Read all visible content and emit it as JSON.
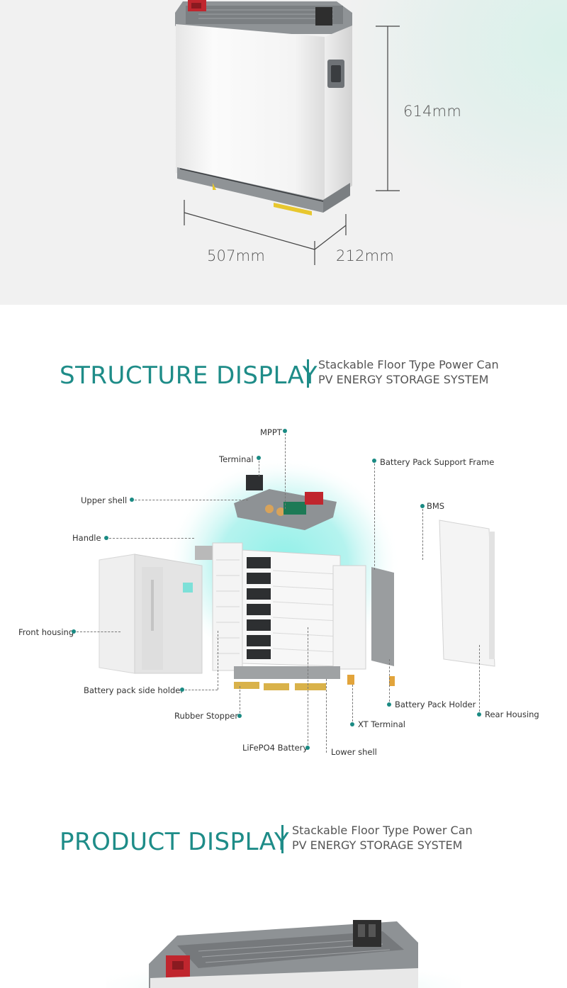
{
  "dimensions": {
    "height": "614mm",
    "width": "507mm",
    "depth": "212mm"
  },
  "structure_heading": {
    "title": "STRUCTURE DISPLAY",
    "subtitle_line1": "Stackable Floor Type Power Can",
    "subtitle_line2": "PV ENERGY STORAGE SYSTEM"
  },
  "structure_labels": {
    "mppt": "MPPT",
    "terminal": "Terminal",
    "support_frame": "Battery Pack Support Frame",
    "upper_shell": "Upper shell",
    "bms": "BMS",
    "handle": "Handle",
    "front_housing": "Front housing",
    "side_holder": "Battery pack side holder",
    "rubber_stopper": "Rubber Stopper",
    "battery": "LiFePO4 Battery",
    "lower_shell": "Lower shell",
    "xt_terminal": "XT Terminal",
    "pack_holder": "Battery Pack Holder",
    "rear_housing": "Rear Housing"
  },
  "product_heading": {
    "title": "PRODUCT DISPLAY",
    "subtitle_line1": "Stackable Floor Type Power Can",
    "subtitle_line2": "PV ENERGY STORAGE SYSTEM"
  },
  "colors": {
    "accent": "#1e8c88",
    "terminal_red": "#c0262e",
    "glow": "#7fe6df"
  }
}
